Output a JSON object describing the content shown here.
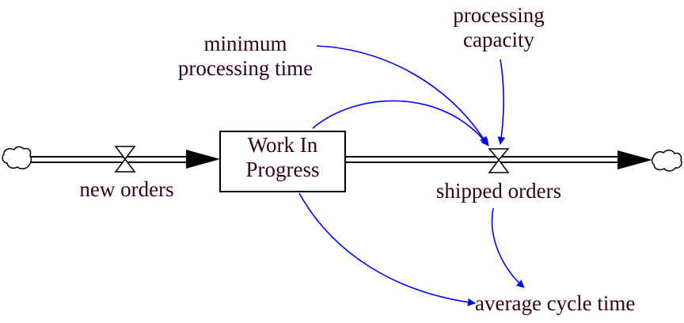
{
  "diagram": {
    "type": "stock-and-flow",
    "colors": {
      "text": "#330022",
      "link": "#0000ff",
      "pipe": "#000000"
    },
    "stock": {
      "label_line1": "Work In",
      "label_line2": "Progress"
    },
    "flows": {
      "inflow": {
        "label": "new orders",
        "source": "cloud-icon"
      },
      "outflow": {
        "label": "shipped orders",
        "sink": "cloud-icon"
      }
    },
    "auxiliaries": {
      "min_time": {
        "line1": "minimum",
        "line2": "processing time"
      },
      "capacity": {
        "line1": "processing",
        "line2": "capacity"
      },
      "cycle_time": {
        "label": "average cycle time"
      }
    },
    "links": [
      {
        "from": "minimum processing time",
        "to": "shipped orders"
      },
      {
        "from": "processing capacity",
        "to": "shipped orders"
      },
      {
        "from": "Work In Progress",
        "to": "shipped orders"
      },
      {
        "from": "Work In Progress",
        "to": "average cycle time"
      },
      {
        "from": "shipped orders",
        "to": "average cycle time"
      }
    ]
  }
}
